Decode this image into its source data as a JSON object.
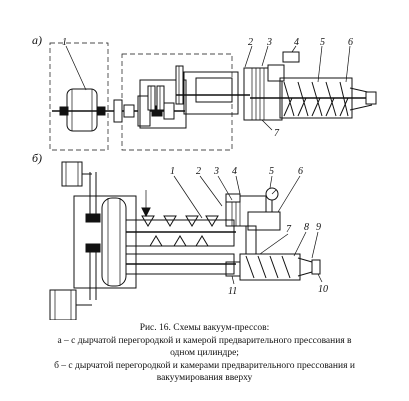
{
  "figure": {
    "panel_a_label": "а)",
    "panel_b_label": "б)",
    "panel_a_callouts": [
      "1",
      "2",
      "3",
      "4",
      "5",
      "6",
      "7"
    ],
    "panel_b_callouts": [
      "1",
      "2",
      "3",
      "4",
      "5",
      "6",
      "7",
      "8",
      "9",
      "10",
      "11"
    ]
  },
  "caption": {
    "title": "Рис. 16. Схемы вакуум-прессов:",
    "line_a1": "а – с дырчатой перегородкой и камерой предварительного прессования в",
    "line_a2": "одном цилиндре;",
    "line_b1": "б – с дырчатой перегородкой и камерами предварительного прессования и",
    "line_b2": "вакуумирования вверху"
  }
}
